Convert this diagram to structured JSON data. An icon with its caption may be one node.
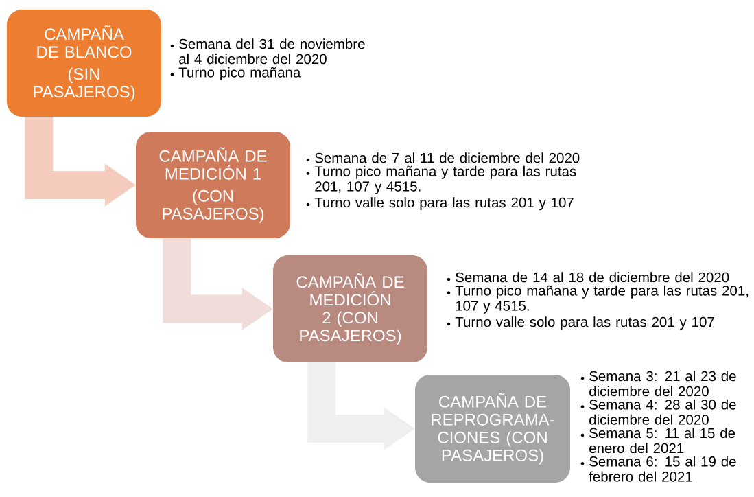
{
  "diagram": {
    "nodes": [
      {
        "text": [
          "CAMPAÑA DE BLANCO",
          "(SIN PASAJEROS)"
        ],
        "beside": [
          "Semana del 31 de noviembre al 4 diciembre del 2020",
          "Turno pico mañana"
        ]
      },
      {
        "text": [
          "CAMPAÑA DE MEDICIÓN 1",
          "(CON PASAJEROS)"
        ],
        "beside": [
          "Semana de 7 al 11 de diciembre del 2020",
          "Turno pico mañana y tarde para las rutas 201, 107 y 4515.",
          "Turno valle solo para las rutas 201 y 107"
        ]
      },
      {
        "text": [
          "CAMPAÑA DE MEDICIÓN 2 (CON PASAJEROS)"
        ],
        "beside": [
          "Semana de 14 al 18 de diciembre del 2020",
          "Turno pico mañana y tarde para las rutas 201, 107 y 4515.",
          "Turno valle solo para las rutas 201 y 107"
        ]
      },
      {
        "text": [
          "CAMPAÑA DE REPROGRAMA- CIONES (CON PASAJEROS)"
        ],
        "beside": [
          "Semana 3: 21 al 23 de diciembre del 2020",
          "Semana 4: 28 al 30 de diciembre del 2020",
          "Semana 5: 11 al 15 de enero del 2021",
          "Semana 6: 15 al 19 de febrero del 2021"
        ]
      }
    ],
    "edges": [
      {
        "from": 0,
        "to": 1,
        "arrow": "to",
        "color": "#f5cbbd"
      },
      {
        "from": 1,
        "to": 2,
        "arrow": "to",
        "color": "#f0dcd8"
      },
      {
        "from": 2,
        "to": 3,
        "arrow": "to",
        "color": "#efefef"
      }
    ]
  }
}
